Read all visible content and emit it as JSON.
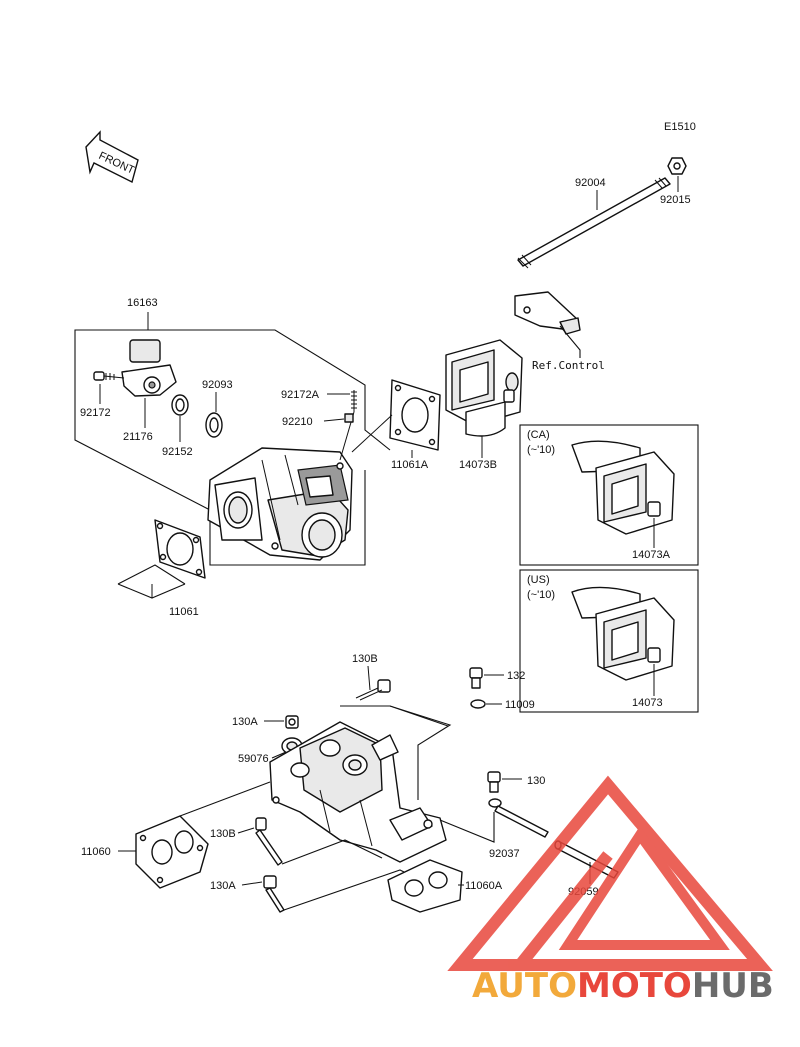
{
  "diagram_code": "E1510",
  "front_label": "FRONT",
  "ref_control": "Ref.Control",
  "labels": {
    "p92004": "92004",
    "p92015": "92015",
    "p16163": "16163",
    "p92172": "92172",
    "p21176": "21176",
    "p92152": "92152",
    "p92093": "92093",
    "p92172A": "92172A",
    "p92210": "92210",
    "p11061A": "11061A",
    "p14073B": "14073B",
    "p11061": "11061",
    "p14073A": "14073A",
    "p14073": "14073",
    "p130B_top": "130B",
    "p132": "132",
    "p11009": "11009",
    "p130A_top": "130A",
    "p59076": "59076",
    "p130": "130",
    "p11060": "11060",
    "p130B_bot": "130B",
    "p92037": "92037",
    "p130A_bot": "130A",
    "p11060A": "11060A",
    "p92059": "92059"
  },
  "boxes": {
    "ca_line1": "(CA)",
    "ca_line2": "(~'10)",
    "us_line1": "(US)",
    "us_line2": "(~'10)"
  },
  "watermark": {
    "part1": "AUTO",
    "part2": "MOTO",
    "part3": "HUB",
    "color_orange": "#f2a93b",
    "color_red": "#e8473c",
    "color_gray": "#6b6b6b"
  }
}
